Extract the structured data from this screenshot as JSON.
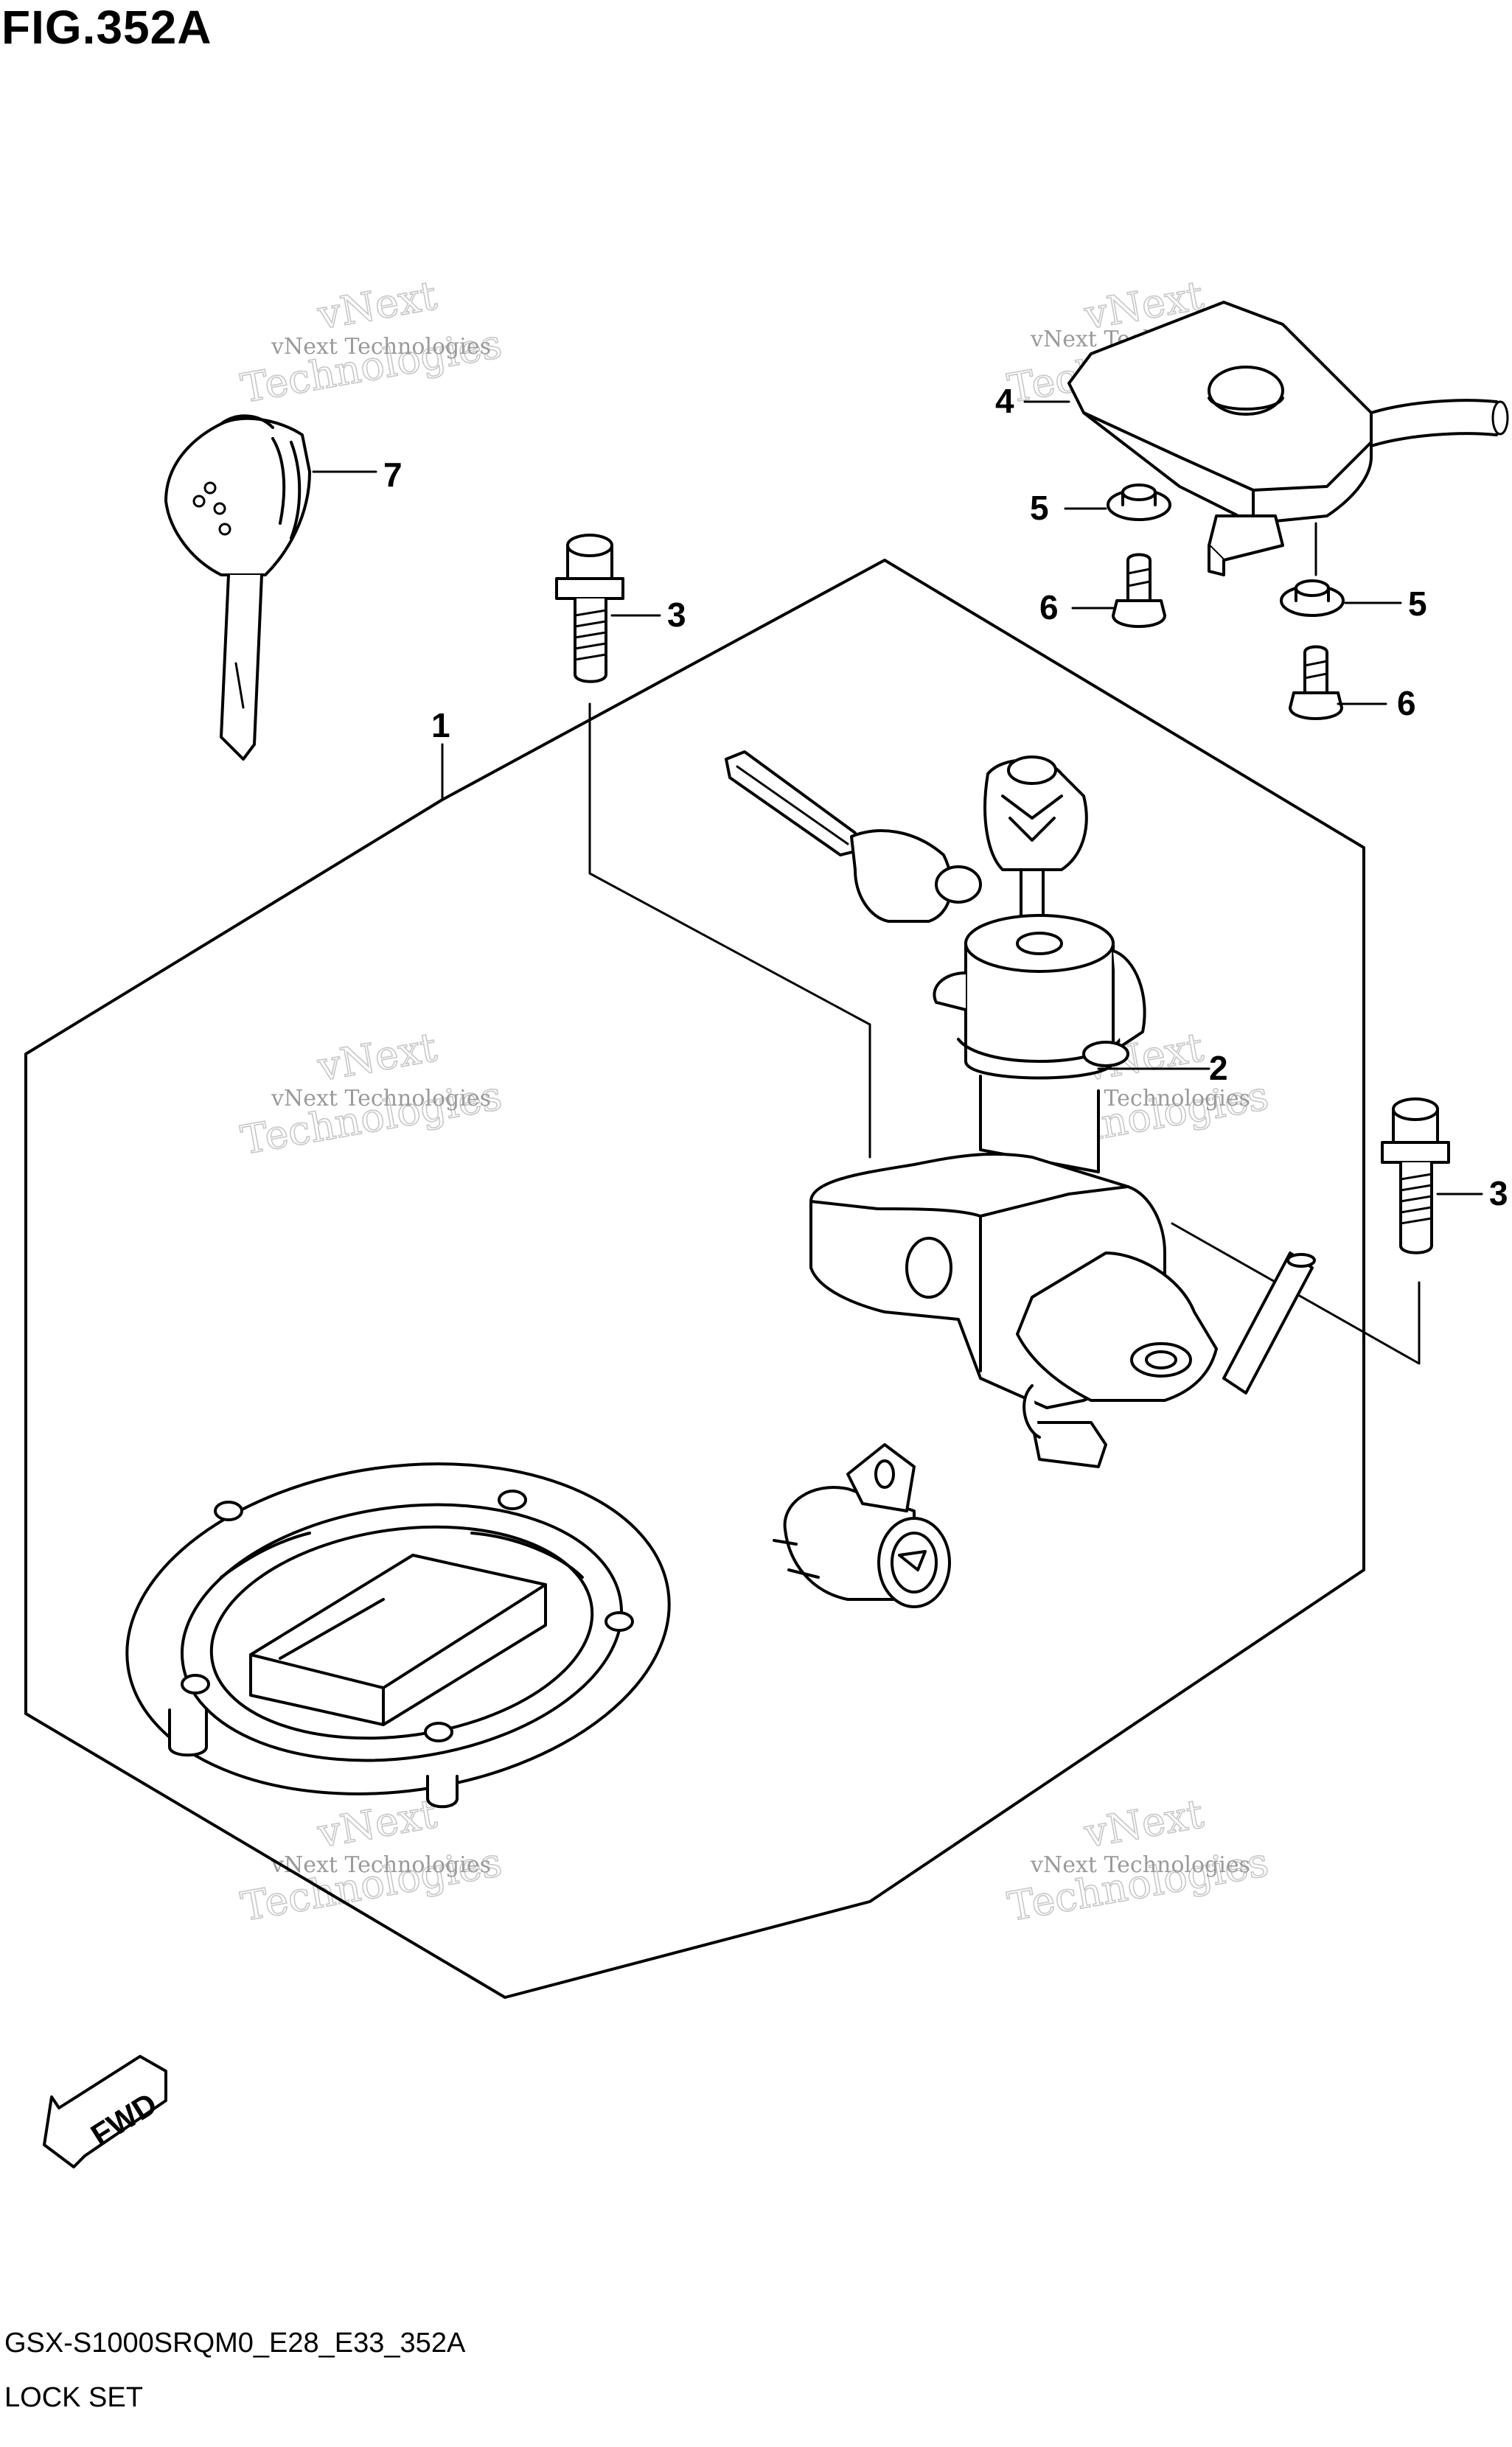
{
  "figure": {
    "title": "FIG.352A",
    "model_code": "GSX-S1000SRQM0_E28_E33_352A",
    "name": "LOCK SET"
  },
  "callouts": {
    "c1": "1",
    "c2": "2",
    "c3a": "3",
    "c3b": "3",
    "c4": "4",
    "c5a": "5",
    "c5b": "5",
    "c6a": "6",
    "c6b": "6",
    "c7": "7"
  },
  "fwd_label": "FWD",
  "watermark": {
    "line1": "vNext Technologies",
    "line2": "Technologies",
    "line3": "vNext"
  }
}
